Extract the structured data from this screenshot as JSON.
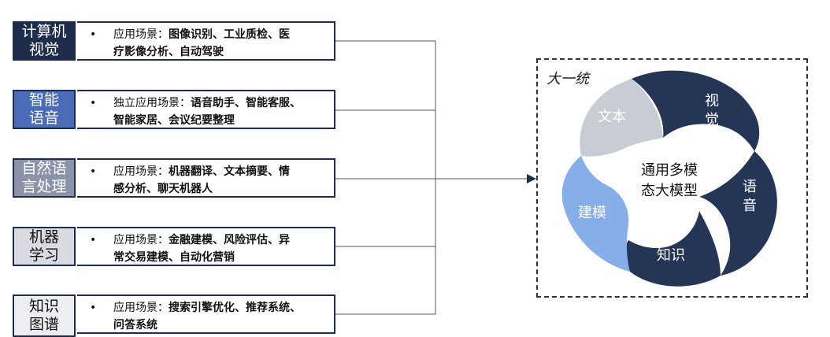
{
  "rows": [
    {
      "cat1": "计算机",
      "cat2": "视觉",
      "prefix": "应用场景：",
      "items1": "图像识别、工业质检、医",
      "items2": "疗影像分析、自动驾驶",
      "bg": "#1f2d4d",
      "fg": "#ffffff"
    },
    {
      "cat1": "智能",
      "cat2": "语音",
      "prefix": "独立应用场景：",
      "items1": "语音助手、智能客服、",
      "items2": "智能家居、会议纪要整理",
      "bg": "#4a6bb8",
      "fg": "#ffffff"
    },
    {
      "cat1": "自然语",
      "cat2": "言处理",
      "prefix": "应用场景：",
      "items1": "机器翻译、文本摘要、情",
      "items2": "感分析、聊天机器人",
      "bg": "#8a93a8",
      "fg": "#ffffff"
    },
    {
      "cat1": "机器",
      "cat2": "学习",
      "prefix": "应用场景：",
      "items1": "金融建模、风险评估、异",
      "items2": "常交易建模、自动化营销",
      "bg": "#d9dbe0",
      "fg": "#111111"
    },
    {
      "cat1": "知识",
      "cat2": "图谱",
      "prefix": "应用场景：",
      "items1": "搜索引擎优化、推荐系统、",
      "items2": "问答系统",
      "bg": "#eceef2",
      "fg": "#111111"
    }
  ],
  "bullet": "•",
  "box_title": "大一统",
  "center_label1": "通用多模",
  "center_label2": "态大模型",
  "petals": [
    {
      "label": "视",
      "label2": "觉",
      "color": "#243556"
    },
    {
      "label": "语",
      "label2": "音",
      "color": "#243556"
    },
    {
      "label": "知识",
      "label2": "",
      "color": "#243556"
    },
    {
      "label": "建模",
      "label2": "",
      "color": "#86aee9"
    },
    {
      "label": "文本",
      "label2": "",
      "color": "#c8ccd3"
    }
  ]
}
